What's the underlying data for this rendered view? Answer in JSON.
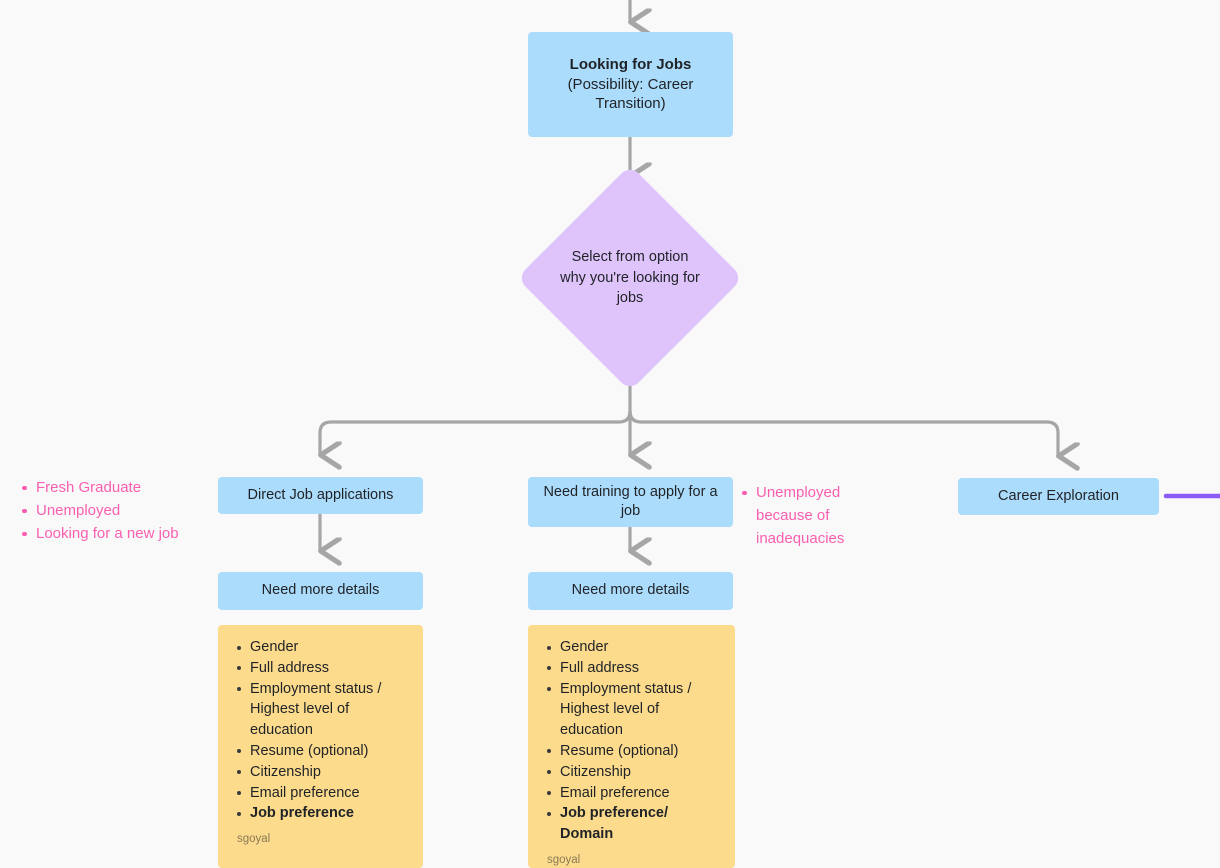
{
  "theme": {
    "background": "#f9f9f9",
    "blue": "#ACDCFC",
    "purple": "#DEC4FA",
    "orange": "#FCDB8D",
    "pink": "#FA5FB0",
    "connector_gray": "#A6A6A6",
    "accent_line": "#8B5CF6",
    "text": "#1f2226"
  },
  "nodes": {
    "looking_for_jobs": {
      "title": "Looking for Jobs",
      "subtitle_line1": "(Possibility: Career",
      "subtitle_line2": "Transition)"
    },
    "decision": {
      "label": "Select from option why you're looking for jobs"
    },
    "branch_left": {
      "label": "Direct Job applications"
    },
    "branch_mid": {
      "label": "Need training to apply for a job"
    },
    "branch_right": {
      "label": "Career Exploration"
    },
    "details_left": {
      "label": "Need more details"
    },
    "details_right": {
      "label": "Need more details"
    }
  },
  "pink_lists": {
    "left": {
      "items": [
        "Fresh Graduate",
        "Unemployed",
        "Looking for a new job"
      ]
    },
    "middle": {
      "items": [
        "Unemployed because of inadequacies"
      ]
    }
  },
  "cards": {
    "left": {
      "items": [
        {
          "text": "Gender",
          "bold": false
        },
        {
          "text": "Full address",
          "bold": false
        },
        {
          "text": "Employment status / Highest level of education",
          "bold": false
        },
        {
          "text": "Resume (optional)",
          "bold": false
        },
        {
          "text": "Citizenship",
          "bold": false
        },
        {
          "text": "Email preference",
          "bold": false
        },
        {
          "text": "Job preference",
          "bold": true
        }
      ],
      "byline": "sgoyal"
    },
    "right": {
      "items": [
        {
          "text": "Gender",
          "bold": false
        },
        {
          "text": "Full address",
          "bold": false
        },
        {
          "text": "Employment status / Highest level of education",
          "bold": false
        },
        {
          "text": "Resume (optional)",
          "bold": false
        },
        {
          "text": "Citizenship",
          "bold": false
        },
        {
          "text": "Email preference",
          "bold": false
        },
        {
          "text": "Job preference/ Domain",
          "bold": true
        }
      ],
      "byline": "sgoyal"
    }
  }
}
